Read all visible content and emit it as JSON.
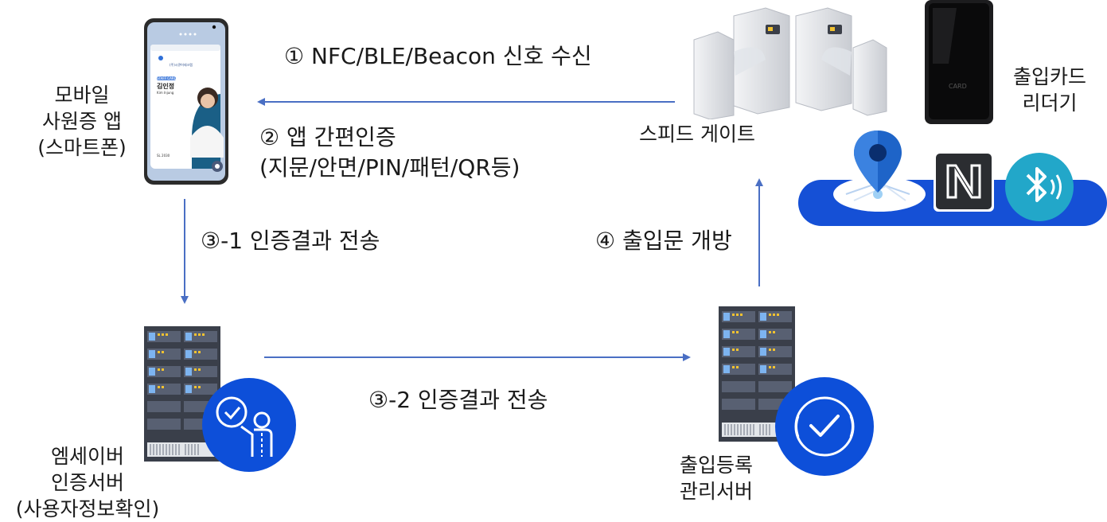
{
  "labels": {
    "phone": [
      "모바일",
      "사원증 앱",
      "(스마트폰)"
    ],
    "gate": "스피드 게이트",
    "reader": [
      "출입카드",
      "리더기"
    ],
    "auth_server": [
      "엠세이버",
      "인증서버",
      "(사용자정보확인)"
    ],
    "mgmt_server": [
      "출입등록",
      "관리서버"
    ]
  },
  "steps": {
    "s1": "① NFC/BLE/Beacon 신호 수신",
    "s2": [
      "② 앱 간편인증",
      "(지문/안면/PIN/패턴/QR등)"
    ],
    "s31": "③-1 인증결과 전송",
    "s32": "③-2 인증결과 전송",
    "s4": "④ 출입문 개방"
  },
  "phone_card": {
    "tag": "STAFF CARD",
    "company": "(주)시큐어테크랩",
    "name_kr": "김인정",
    "name_en": "Kim Injung",
    "id": "SL 2030"
  },
  "reader_text": "CARD",
  "icons": [
    "location-pin-icon",
    "nfc-icon",
    "bluetooth-icon",
    "user-check-icon",
    "shield-check-icon"
  ],
  "colors": {
    "arrow": "#4a6fc4",
    "accent": "#0d4fd9",
    "band": "#1550d6"
  }
}
